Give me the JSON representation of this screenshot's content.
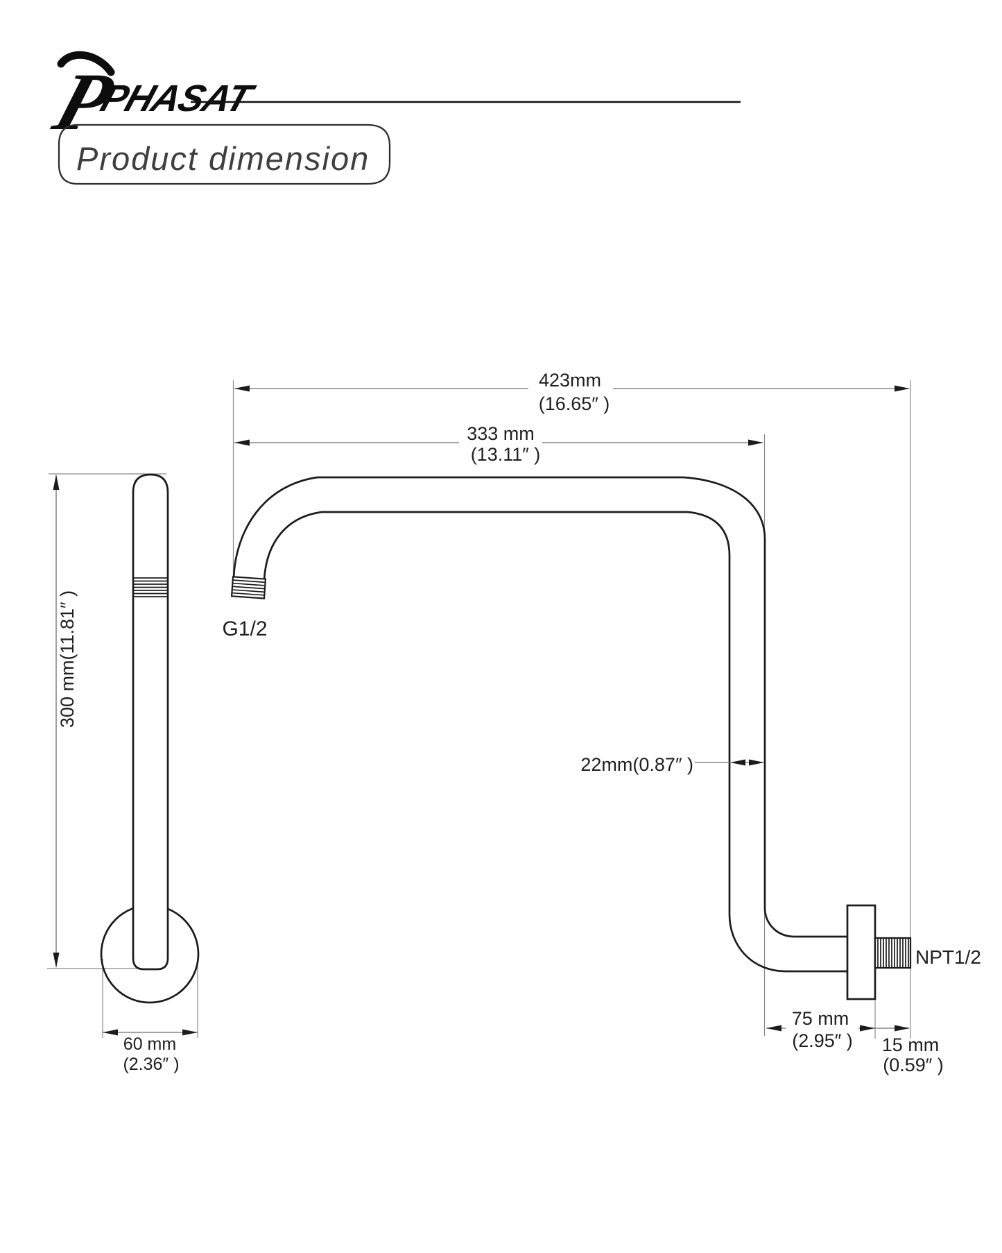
{
  "logo": {
    "brand": "PHASAT"
  },
  "title": {
    "label": "Product dimension"
  },
  "main_view": {
    "dim_overall_width_mm": "423mm",
    "dim_overall_width_in": "(16.65″ )",
    "dim_reach_mm": "333 mm",
    "dim_reach_in": "(13.11″ )",
    "dim_tube_diameter": "22mm(0.87″ )",
    "dim_flange_offset_mm": "75 mm",
    "dim_flange_offset_in": "(2.95″ )",
    "dim_thread_length_mm": "15 mm",
    "dim_thread_length_in": "(0.59″ )",
    "label_inlet_thread": "G1/2",
    "label_outlet_thread": "NPT1/2"
  },
  "side_view": {
    "dim_height": "300 mm(11.81″ )",
    "dim_flange_diameter_mm": "60 mm",
    "dim_flange_diameter_in": "(2.36″ )"
  }
}
